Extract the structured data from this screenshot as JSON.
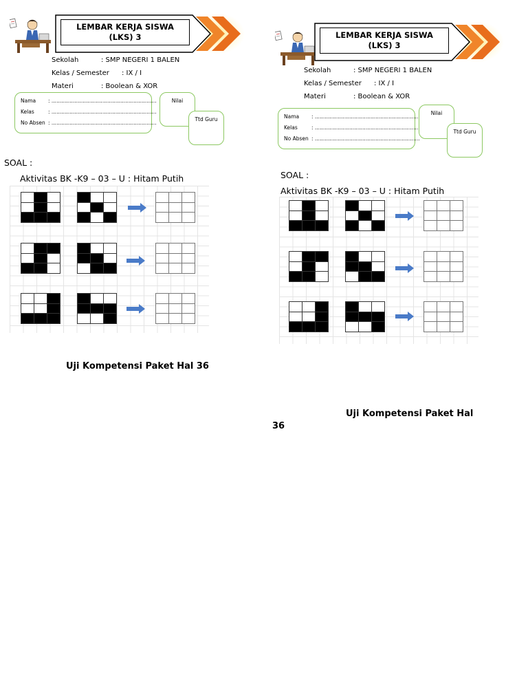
{
  "banner": {
    "line1": "LEMBAR KERJA SISWA",
    "line2": "(LKS) 3",
    "arrow_colors": [
      "#f0852a",
      "#e86d1c"
    ]
  },
  "info": [
    {
      "label": "Sekolah",
      "value": ": SMP NEGERI 1 BALEN"
    },
    {
      "label": "Kelas / Semester",
      "value": ": IX / I"
    },
    {
      "label": "Materi",
      "value": ": Boolean & XOR"
    }
  ],
  "info_right_materi": ": Boolean &  XOR",
  "identity": [
    {
      "label": "Nama",
      "value": ": ................................................................"
    },
    {
      "label": "Kelas",
      "value": ": ................................................................"
    },
    {
      "label": "No Absen",
      "value": ": ................................................................"
    }
  ],
  "nilai_label": "Nilai",
  "ttd_label": "Ttd Guru",
  "soal_label": "SOAL :",
  "aktivitas_title": "Aktivitas BK -K9 – 03 – U : Hitam Putih",
  "puzzles": [
    {
      "a": [
        [
          0,
          1,
          0
        ],
        [
          0,
          1,
          0
        ],
        [
          1,
          1,
          1
        ]
      ],
      "b": [
        [
          1,
          0,
          0
        ],
        [
          0,
          1,
          0
        ],
        [
          1,
          0,
          1
        ]
      ]
    },
    {
      "a": [
        [
          0,
          1,
          1
        ],
        [
          0,
          1,
          0
        ],
        [
          1,
          1,
          0
        ]
      ],
      "b": [
        [
          1,
          0,
          0
        ],
        [
          1,
          1,
          0
        ],
        [
          0,
          1,
          1
        ]
      ]
    },
    {
      "a": [
        [
          0,
          0,
          1
        ],
        [
          0,
          0,
          1
        ],
        [
          1,
          1,
          1
        ]
      ],
      "b": [
        [
          1,
          0,
          0
        ],
        [
          1,
          1,
          1
        ],
        [
          0,
          0,
          1
        ]
      ]
    }
  ],
  "footer_text": "Uji Kompetensi Paket Hal 36",
  "footer_right_line1": "Uji Kompetensi Paket Hal",
  "footer_right_line2": "36",
  "colors": {
    "green_border": "#8cc861",
    "arrow_blue": "#4a7bc8",
    "black": "#000000"
  }
}
